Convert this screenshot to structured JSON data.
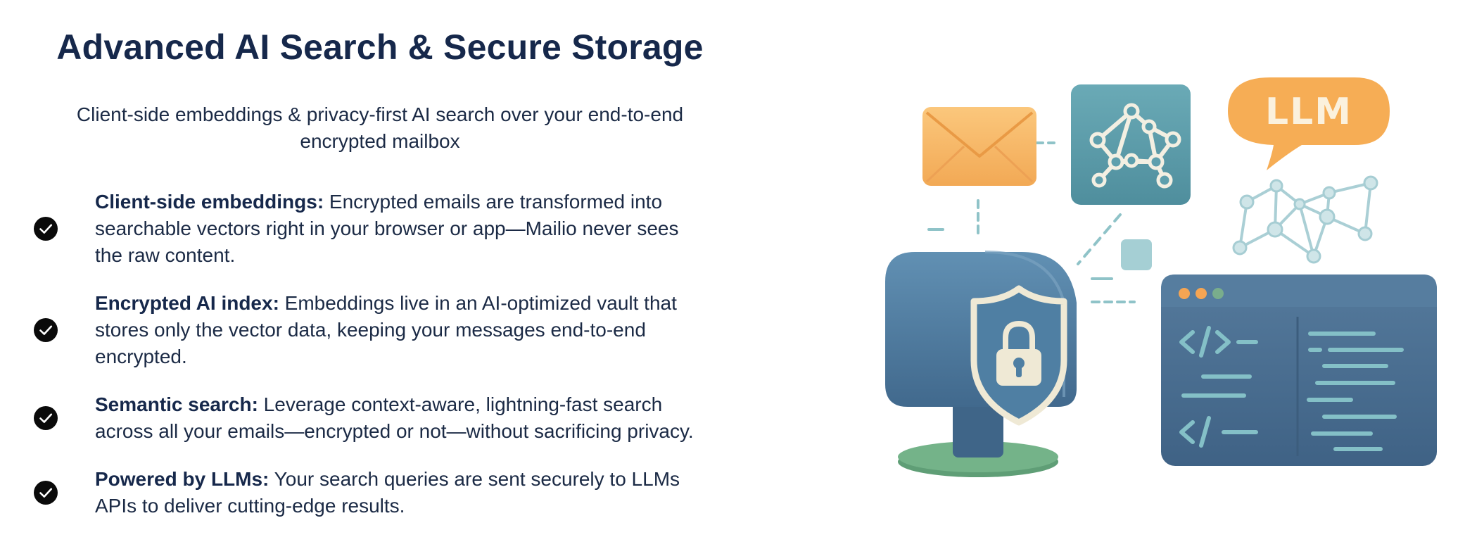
{
  "title": "Advanced AI Search & Secure Storage",
  "subtitle": "Client-side embeddings & privacy-first AI search over your end-to-end encrypted mailbox",
  "features": [
    {
      "lead": "Client-side embeddings:",
      "text": " Encrypted emails are transformed into searchable vectors right in your browser or app—Mailio never sees the raw content."
    },
    {
      "lead": "Encrypted AI index:",
      "text": " Embeddings live in an AI-optimized vault that stores only the vector data, keeping your messages end-to-end encrypted."
    },
    {
      "lead": "Semantic search:",
      "text": " Leverage context-aware, lightning-fast search across all your emails—encrypted or not—without sacrificing privacy."
    },
    {
      "lead": "Powered by LLMs:",
      "text": " Your search queries are sent securely to LLMs APIs to deliver cutting-edge results."
    }
  ],
  "illustration": {
    "bubble_text": "LLM",
    "code_tag": "</>",
    "code_tag_small": "</",
    "icons": [
      "envelope-icon",
      "network-icon",
      "llm-bubble-icon",
      "mailbox-icon",
      "shield-lock-icon",
      "code-window-icon"
    ],
    "colors": {
      "envelope": "#f8b865",
      "network_tile": "#5e9fad",
      "bubble": "#f6ad55",
      "mailbox": "#4f7fa3",
      "pedestal": "#6aa77f",
      "code_window": "#4a6d8f",
      "accent_line": "#8fc3c8"
    }
  }
}
